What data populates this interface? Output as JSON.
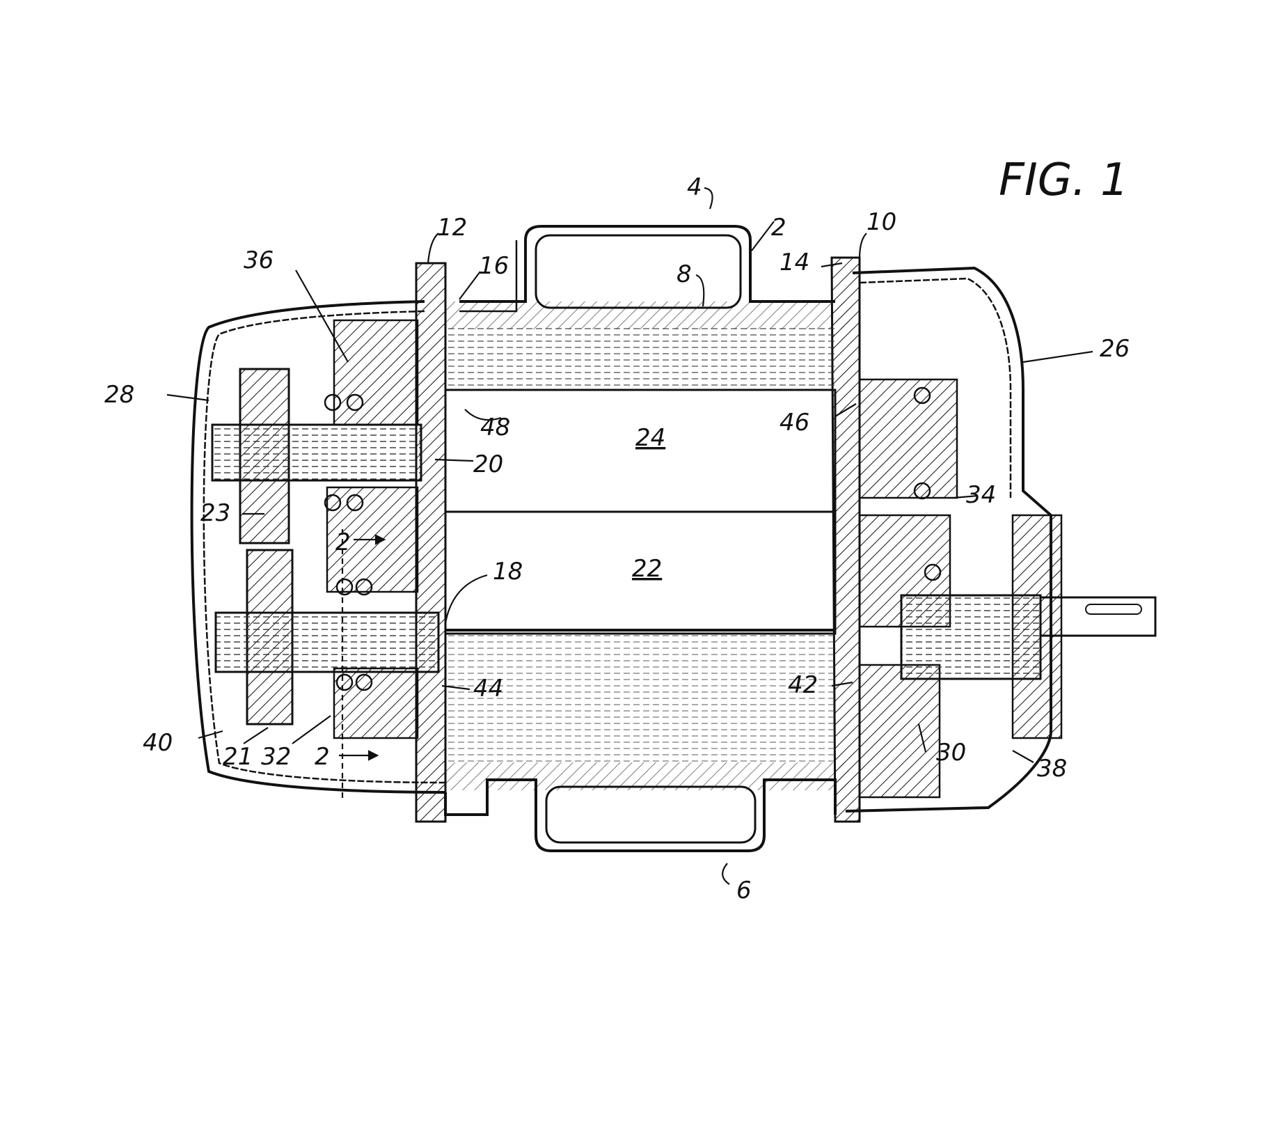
{
  "figure": {
    "title": "FIG. 1",
    "labels": {
      "l2": "2",
      "l4": "4",
      "l6": "6",
      "l8": "8",
      "l10": "10",
      "l12": "12",
      "l14": "14",
      "l16": "16",
      "l18": "18",
      "l20": "20",
      "l21": "21",
      "l22": "22",
      "l23": "23",
      "l24": "24",
      "l26": "26",
      "l28": "28",
      "l30": "30",
      "l32": "32",
      "l34": "34",
      "l36": "36",
      "l38": "38",
      "l40": "40",
      "l42": "42",
      "l44": "44",
      "l46": "46",
      "l48": "48",
      "sec_a": "2",
      "sec_b": "2"
    },
    "colors": {
      "ink": "#111111",
      "paper": "#ffffff"
    }
  }
}
